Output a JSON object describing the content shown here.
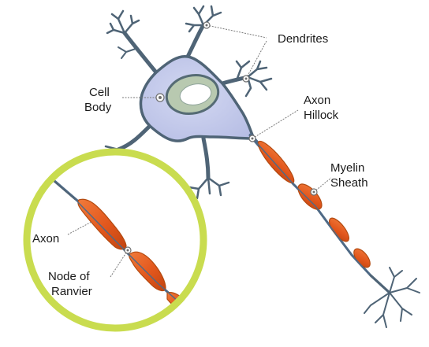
{
  "diagram": {
    "labels": {
      "dendrites": "Dendrites",
      "cell_body_line1": "Cell",
      "cell_body_line2": "Body",
      "axon_hillock_line1": "Axon",
      "axon_hillock_line2": "Hillock",
      "myelin_line1": "Myelin",
      "myelin_line2": "Sheath",
      "axon": "Axon",
      "node_line1": "Node of",
      "node_line2": "Ranvier"
    },
    "colors": {
      "soma_fill": "#c3c9ea",
      "membrane": "#4f6476",
      "nucleus_fill": "#b8c9b0",
      "nucleolus_fill": "#ffffff",
      "myelin_fill": "#e2571d",
      "axon_core": "#7f9bc0",
      "magnifier_ring": "#c9dc4f",
      "label_text": "#1a1a1a",
      "leader_line": "#7a7a7a"
    }
  }
}
